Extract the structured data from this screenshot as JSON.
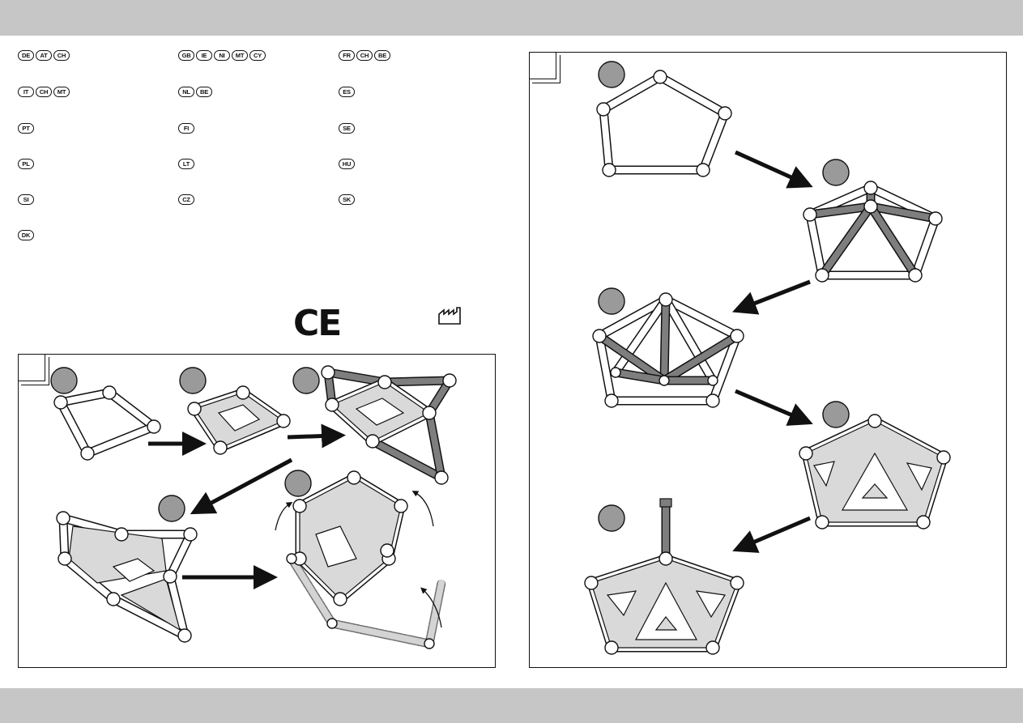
{
  "language_badges": {
    "row1": [
      {
        "col": 0,
        "codes": [
          "DE",
          "AT",
          "CH"
        ]
      },
      {
        "col": 1,
        "codes": [
          "GB",
          "IE",
          "NI",
          "MT",
          "CY"
        ]
      },
      {
        "col": 2,
        "codes": [
          "FR",
          "CH",
          "BE"
        ]
      }
    ],
    "row2": [
      {
        "col": 0,
        "codes": [
          "IT",
          "CH",
          "MT"
        ]
      },
      {
        "col": 1,
        "codes": [
          "NL",
          "BE"
        ]
      },
      {
        "col": 2,
        "codes": [
          "ES"
        ]
      }
    ],
    "row3": [
      {
        "col": 0,
        "codes": [
          "PT"
        ]
      },
      {
        "col": 1,
        "codes": [
          "FI"
        ]
      },
      {
        "col": 2,
        "codes": [
          "SE"
        ]
      }
    ],
    "row4": [
      {
        "col": 0,
        "codes": [
          "PL"
        ]
      },
      {
        "col": 1,
        "codes": [
          "LT"
        ]
      },
      {
        "col": 2,
        "codes": [
          "HU"
        ]
      }
    ],
    "row5": [
      {
        "col": 0,
        "codes": [
          "SI"
        ]
      },
      {
        "col": 1,
        "codes": [
          "CZ"
        ]
      },
      {
        "col": 2,
        "codes": [
          "SK"
        ]
      }
    ],
    "row6": [
      {
        "col": 0,
        "codes": [
          "DK"
        ]
      }
    ]
  },
  "marks": {
    "ce": "CE",
    "manufacturer_icon": "factory-icon"
  },
  "colors": {
    "band": "#c6c6c6",
    "step_circle": "#9a9a9a",
    "rod_dark": "#7e7e7e",
    "panel_fill": "#d9d9d9"
  }
}
